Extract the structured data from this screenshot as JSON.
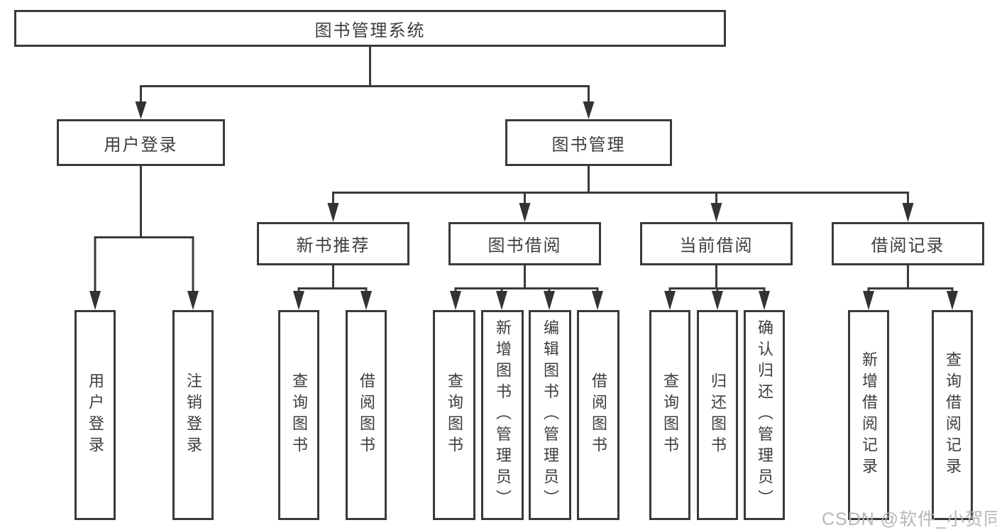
{
  "tree": {
    "root": "图书管理系统",
    "user_login": {
      "label": "用户登录",
      "children": [
        "用户登录",
        "注销登录"
      ]
    },
    "book_management": {
      "label": "图书管理",
      "modules": [
        {
          "label": "新书推荐",
          "children": [
            "查询图书",
            "借阅图书"
          ]
        },
        {
          "label": "图书借阅",
          "children": [
            "查询图书",
            "新增图书（管理员）",
            "编辑图书（管理员）",
            "借阅图书"
          ]
        },
        {
          "label": "当前借阅",
          "children": [
            "查询图书",
            "归还图书",
            "确认归还（管理员）"
          ]
        },
        {
          "label": "借阅记录",
          "children": [
            "新增借阅记录",
            "查询借阅记录"
          ]
        }
      ]
    }
  },
  "watermark": "CSDN @软件_小贺同学"
}
